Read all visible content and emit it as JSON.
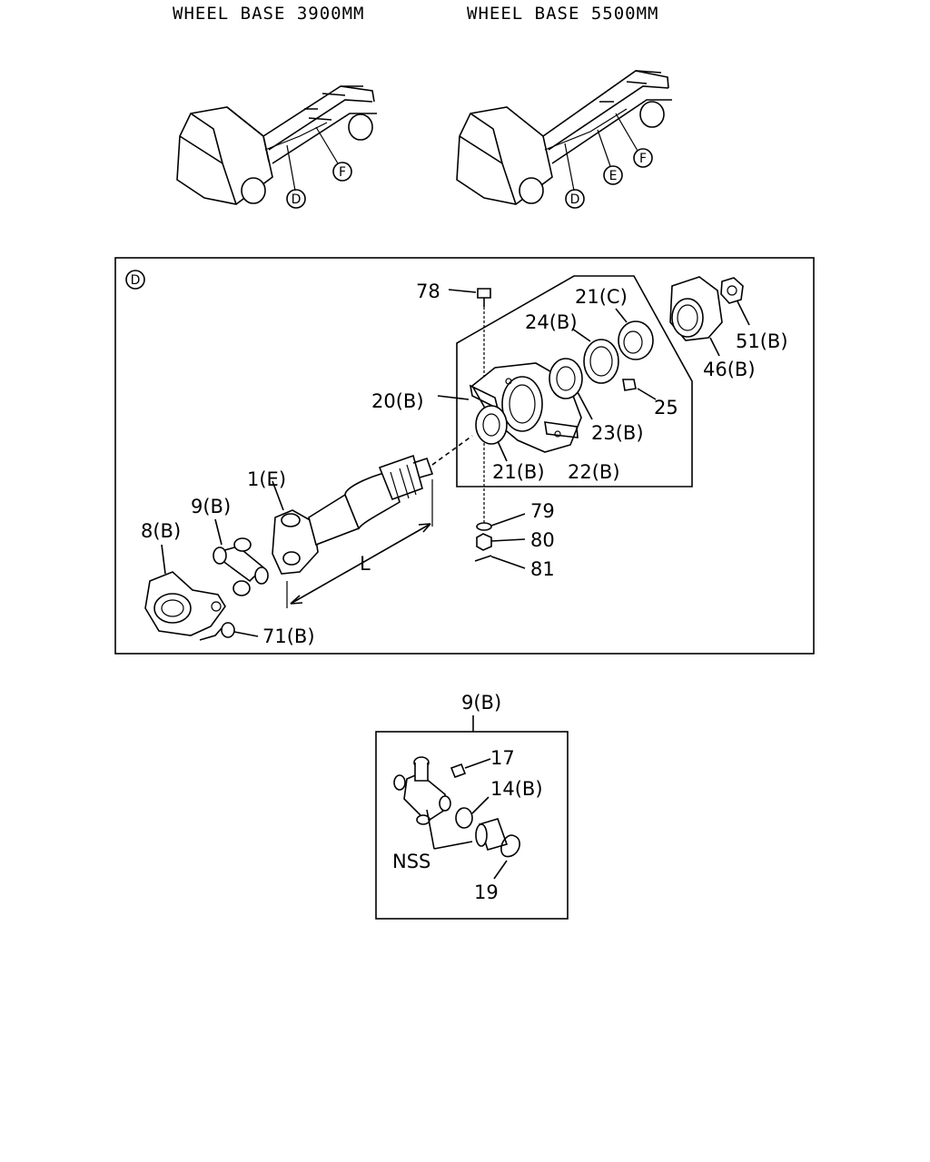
{
  "headings": {
    "left": "WHEEL BASE 3900MM",
    "right": "WHEEL BASE 5500MM"
  },
  "truck_left_callouts": [
    "D",
    "F"
  ],
  "truck_right_callouts": [
    "D",
    "E",
    "F"
  ],
  "main_view": {
    "view_id": "D",
    "labels": {
      "p78": "78",
      "p21c": "21(C)",
      "p24b": "24(B)",
      "p51b": "51(B)",
      "p46b": "46(B)",
      "p20b": "20(B)",
      "p25": "25",
      "p23b": "23(B)",
      "p21b": "21(B)",
      "p22b": "22(B)",
      "p1e": "1(E)",
      "p9b": "9(B)",
      "p8b": "8(B)",
      "p79": "79",
      "p80": "80",
      "p81": "81",
      "dimL": "L",
      "p71b": "71(B)"
    }
  },
  "detail_view": {
    "title": "9(B)",
    "labels": {
      "p17": "17",
      "p14b": "14(B)",
      "nss": "NSS",
      "p19": "19"
    }
  }
}
